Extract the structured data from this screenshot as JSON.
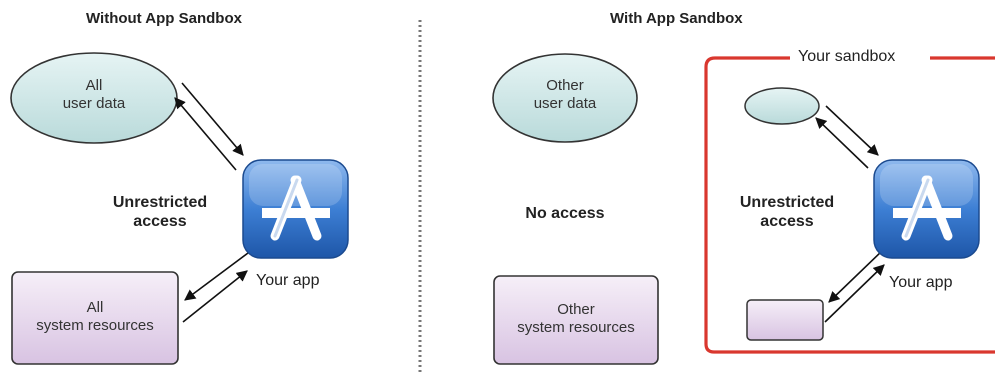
{
  "left": {
    "title": "Without App Sandbox",
    "user_data_line1": "All",
    "user_data_line2": "user data",
    "access_line1": "Unrestricted",
    "access_line2": "access",
    "resources_line1": "All",
    "resources_line2": "system resources",
    "app_label": "Your app"
  },
  "right": {
    "title": "With App Sandbox",
    "user_data_line1": "Other",
    "user_data_line2": "user data",
    "no_access": "No access",
    "resources_line1": "Other",
    "resources_line2": "system resources",
    "sandbox_label": "Your sandbox",
    "access_line1": "Unrestricted",
    "access_line2": "access",
    "app_label": "Your app"
  },
  "colors": {
    "ellipse_fill": "#cfe7e7",
    "rect_fill": "#eadcef",
    "sandbox_border": "#d9372e",
    "app_icon_blue": "#2f6fc8"
  },
  "icons": {
    "app_icon": "app-store-icon"
  }
}
